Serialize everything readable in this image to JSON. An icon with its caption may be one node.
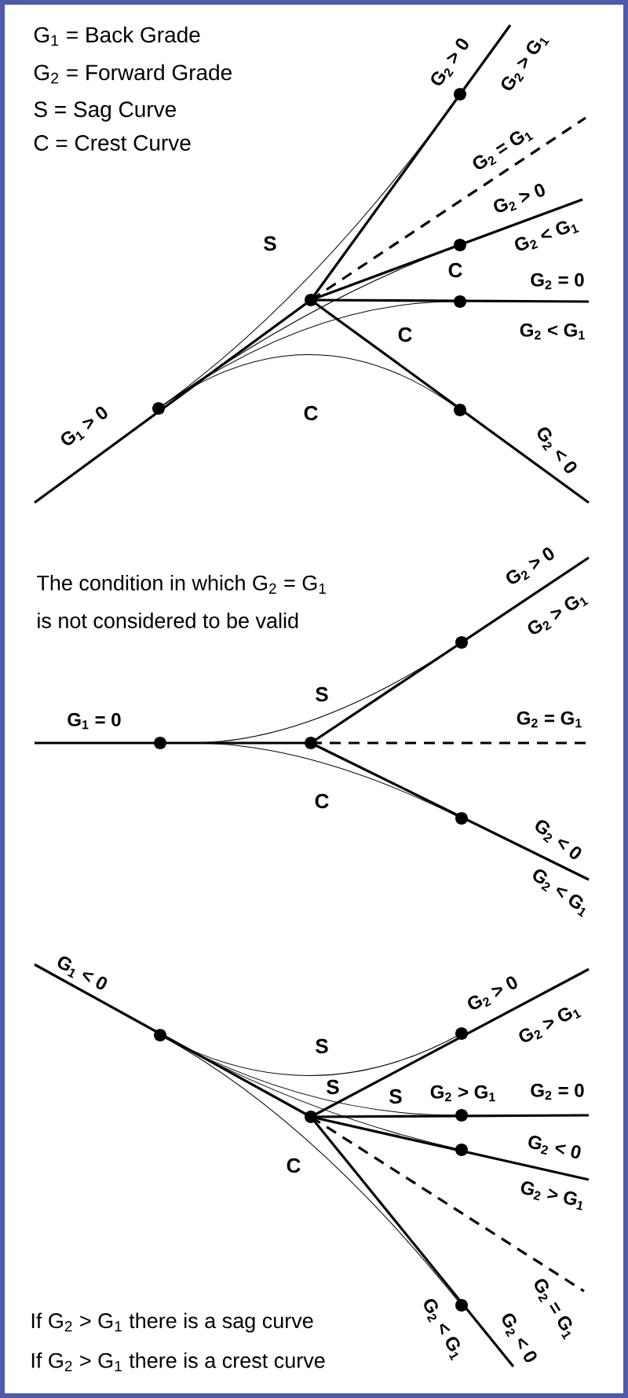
{
  "diagram": {
    "labels": [
      "G$_{1}$ = Back Grade",
      "G$_{2}$ = Forward Grade",
      "S  = Sag Curve",
      "C  = Crest Curve",
      "G$_{2}$ > 0",
      "G$_{2}$ > G$_{1}$",
      "G$_{2}$ = G$_{1}$",
      "G$_{2}$ > 0",
      "S",
      "G$_{2}$ < G$_{1}$",
      "C",
      "G$_{2}$ = 0",
      "C",
      "G$_{2}$ < G$_{1}$",
      "C",
      "G$_{1}$ > 0",
      "G$_{2}$ < 0",
      "The condition in which G$_{2}$ = G$_{1}$",
      "is not considered to be valid",
      "G$_{2}$ > 0",
      "G$_{2}$ > G$_{1}$",
      "S",
      "G$_{1}$ = 0",
      "G$_{2}$ = G$_{1}$",
      "C",
      "G$_{2}$ < 0",
      "G$_{2}$ < G$_{1}$",
      "G$_{1}$ < 0",
      "G$_{2}$ > 0",
      "G$_{2}$ > G$_{1}$",
      "S",
      "S",
      "S",
      "G$_{2}$ > G$_{1}$",
      "G$_{2}$ = 0",
      "G$_{2}$ < 0",
      "C",
      "G$_{2}$ > G$_{1}$",
      "G$_{2}$ = G$_{1}$",
      "If G$_{2}$ > G$_{1}$ there is a sag curve",
      "G$_{2}$ < G$_{1}$",
      "G$_{2}$ < 0",
      "If G$_{2}$ > G$_{1}$ there is a crest curve"
    ]
  }
}
